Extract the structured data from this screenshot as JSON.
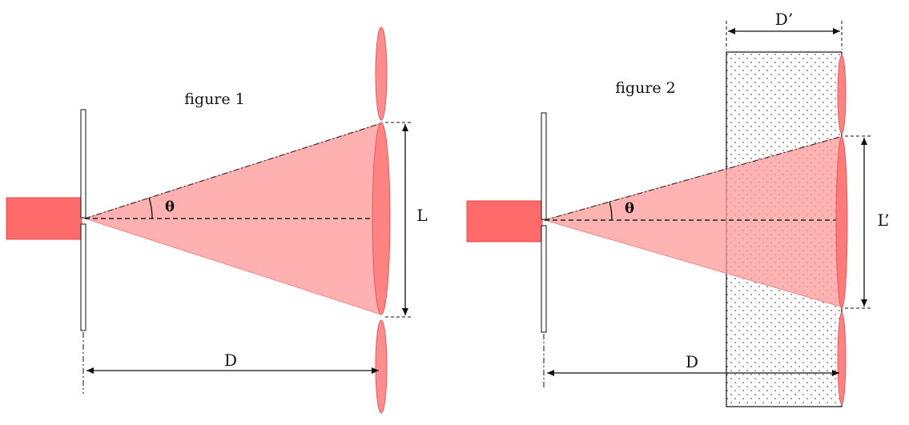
{
  "figure1": {
    "caption": "figure 1",
    "angle_label": "θ",
    "width_label": "L",
    "distance_label": "D"
  },
  "figure2": {
    "caption": "figure 2",
    "angle_label": "θ",
    "width_label": "L’",
    "distance_label": "D",
    "slab_label": "D’"
  },
  "colors": {
    "laser": "#ff6b6b",
    "beam": "#ffb0b0",
    "fringe": "#ff7a7a",
    "outline": "#111111"
  }
}
